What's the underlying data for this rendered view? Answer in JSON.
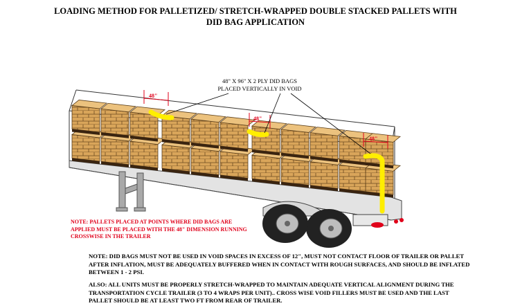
{
  "title": {
    "line1": "LOADING METHOD FOR PALLETIZED/ STRETCH-WRAPPED DOUBLE STACKED PALLETS WITH",
    "line2": "DID BAG APPLICATION"
  },
  "callout": {
    "line1": "48\" X 96\" X 2 PLY DID BAGS",
    "line2": "PLACED VERTICALLY IN VOID"
  },
  "dimension_label": "48\"",
  "red_note": {
    "line1": "NOTE: PALLETS PLACED AT POINTS WHERE DID BAGS ARE",
    "line2": "APPLIED MUST BE PLACED WITH  THE 48\" DIMENSION RUNNING",
    "line3": "CROSSWISE IN THE TRAILER"
  },
  "note1": {
    "line1": "NOTE:  DID BAGS MUST NOT BE USED IN VOID SPACES IN EXCESS OF 12\", MUST NOT CONTACT FLOOR OF TRAILER OR PALLET",
    "line2": "AFTER INFLATION, MUST BE ADEQUATELY BUFFERED WHEN IN CONTACT WITH ROUGH SURFACES, AND SHOULD BE INFLATED",
    "line3": "BETWEEN 1 - 2 PSI."
  },
  "note2": {
    "line1": "ALSO:  ALL UNITS MUST BE PROPERLY STRETCH-WRAPPED TO MAINTAIN ADEQUATE VERTICAL ALIGNMENT DURING THE",
    "line2": "TRANSPORTATION CYCLE TRAILER  (3 TO 4 WRAPS PER UNIT)..  CROSS WISE VOID FILLERS MUST BE USED AND THE LAST",
    "line3": "PALLET SHOULD BE AT LEAST TWO FT FROM REAR OF TRAILER."
  },
  "colors": {
    "box": "#d9a55a",
    "box_dark": "#a8793a",
    "box_light": "#ecc27e",
    "pallet": "#3a2410",
    "did_bag": "#ffee00",
    "red": "#e0001a",
    "landing_gear": "#a9a9a9",
    "trailer_deck": "#cfcfcf",
    "tire": "#222222",
    "wheel_hub": "#bdbdbd"
  }
}
